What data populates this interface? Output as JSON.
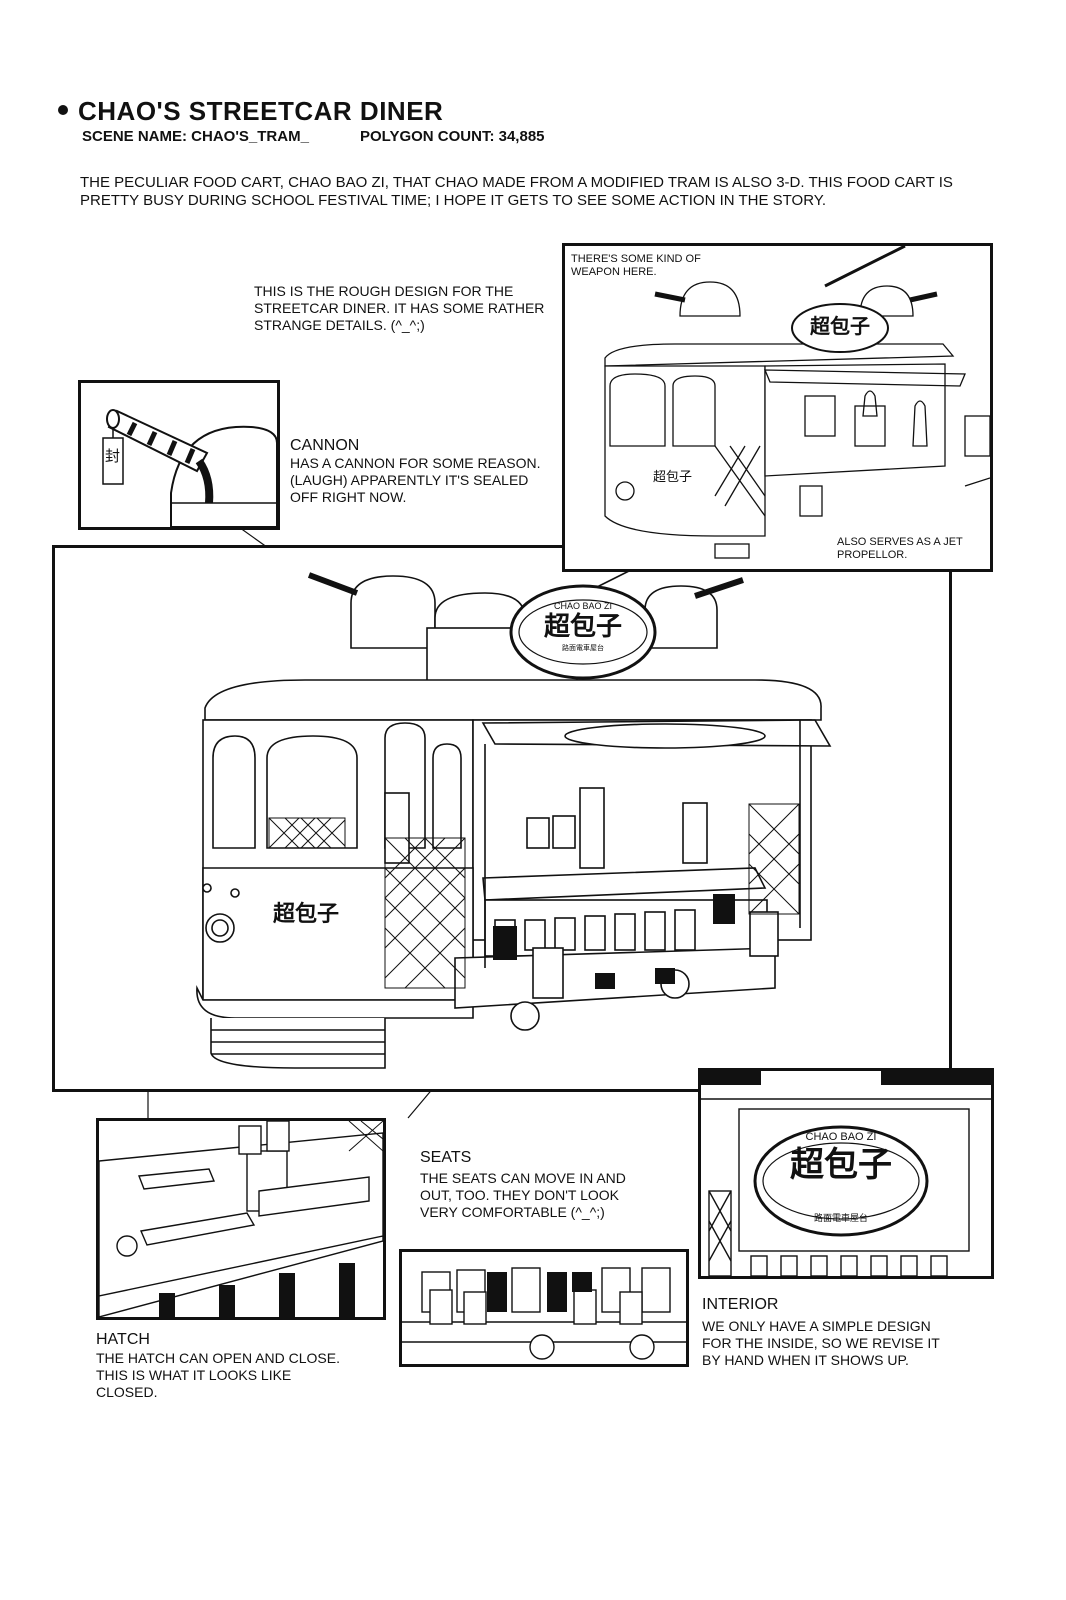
{
  "header": {
    "title": "CHAO'S STREETCAR DINER",
    "scene_name": "SCENE NAME: CHAO'S_TRAM_",
    "polygon_count": "POLYGON COUNT: 34,885"
  },
  "intro": "THE PECULIAR FOOD CART, CHAO BAO ZI, THAT CHAO MADE FROM A MODIFIED TRAM IS ALSO 3-D. THIS FOOD CART IS PRETTY BUSY DURING SCHOOL FESTIVAL TIME; I HOPE IT GETS TO SEE SOME ACTION IN THE STORY.",
  "rough_design": {
    "note": "THIS IS THE ROUGH DESIGN FOR THE STREETCAR DINER. IT HAS SOME RATHER STRANGE DETAILS. (^_^;)",
    "weapon_note": "THERE'S SOME KIND OF WEAPON HERE.",
    "jet_note": "ALSO SERVES AS A JET PROPELLOR."
  },
  "cannon": {
    "heading": "CANNON",
    "text": "HAS A CANNON FOR SOME REASON. (LAUGH) APPARENTLY IT'S SEALED OFF RIGHT NOW.",
    "seal_kanji": "封"
  },
  "sign": {
    "romaji": "CHAO BAO ZI",
    "kanji": "超包子",
    "subtitle": "路面電車屋台"
  },
  "seats": {
    "heading": "SEATS",
    "text": "THE SEATS CAN MOVE IN AND OUT, TOO. THEY DON'T LOOK VERY COMFORTABLE (^_^;)"
  },
  "hatch": {
    "heading": "HATCH",
    "text": "THE HATCH CAN OPEN AND CLOSE. THIS IS WHAT IT LOOKS LIKE CLOSED."
  },
  "interior": {
    "heading": "INTERIOR",
    "text": "WE ONLY HAVE A SIMPLE DESIGN FOR THE INSIDE, SO WE REVISE IT BY HAND WHEN IT SHOWS UP."
  }
}
